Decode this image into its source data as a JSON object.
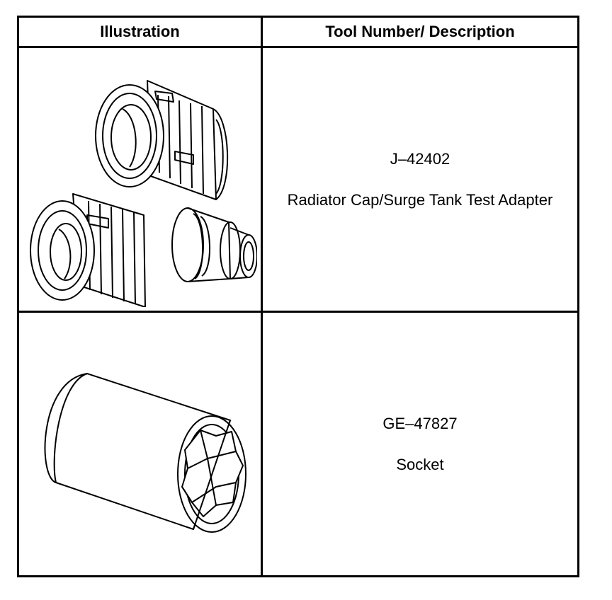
{
  "table": {
    "headers": {
      "illustration": "Illustration",
      "description": "Tool Number/ Description"
    },
    "rows": [
      {
        "tool_number": "J–42402",
        "description": "Radiator Cap/Surge Tank Test Adapter",
        "illustration_icon": "radiator-adapter-set-illustration"
      },
      {
        "tool_number": "GE–47827",
        "description": "Socket",
        "illustration_icon": "socket-illustration"
      }
    ]
  }
}
